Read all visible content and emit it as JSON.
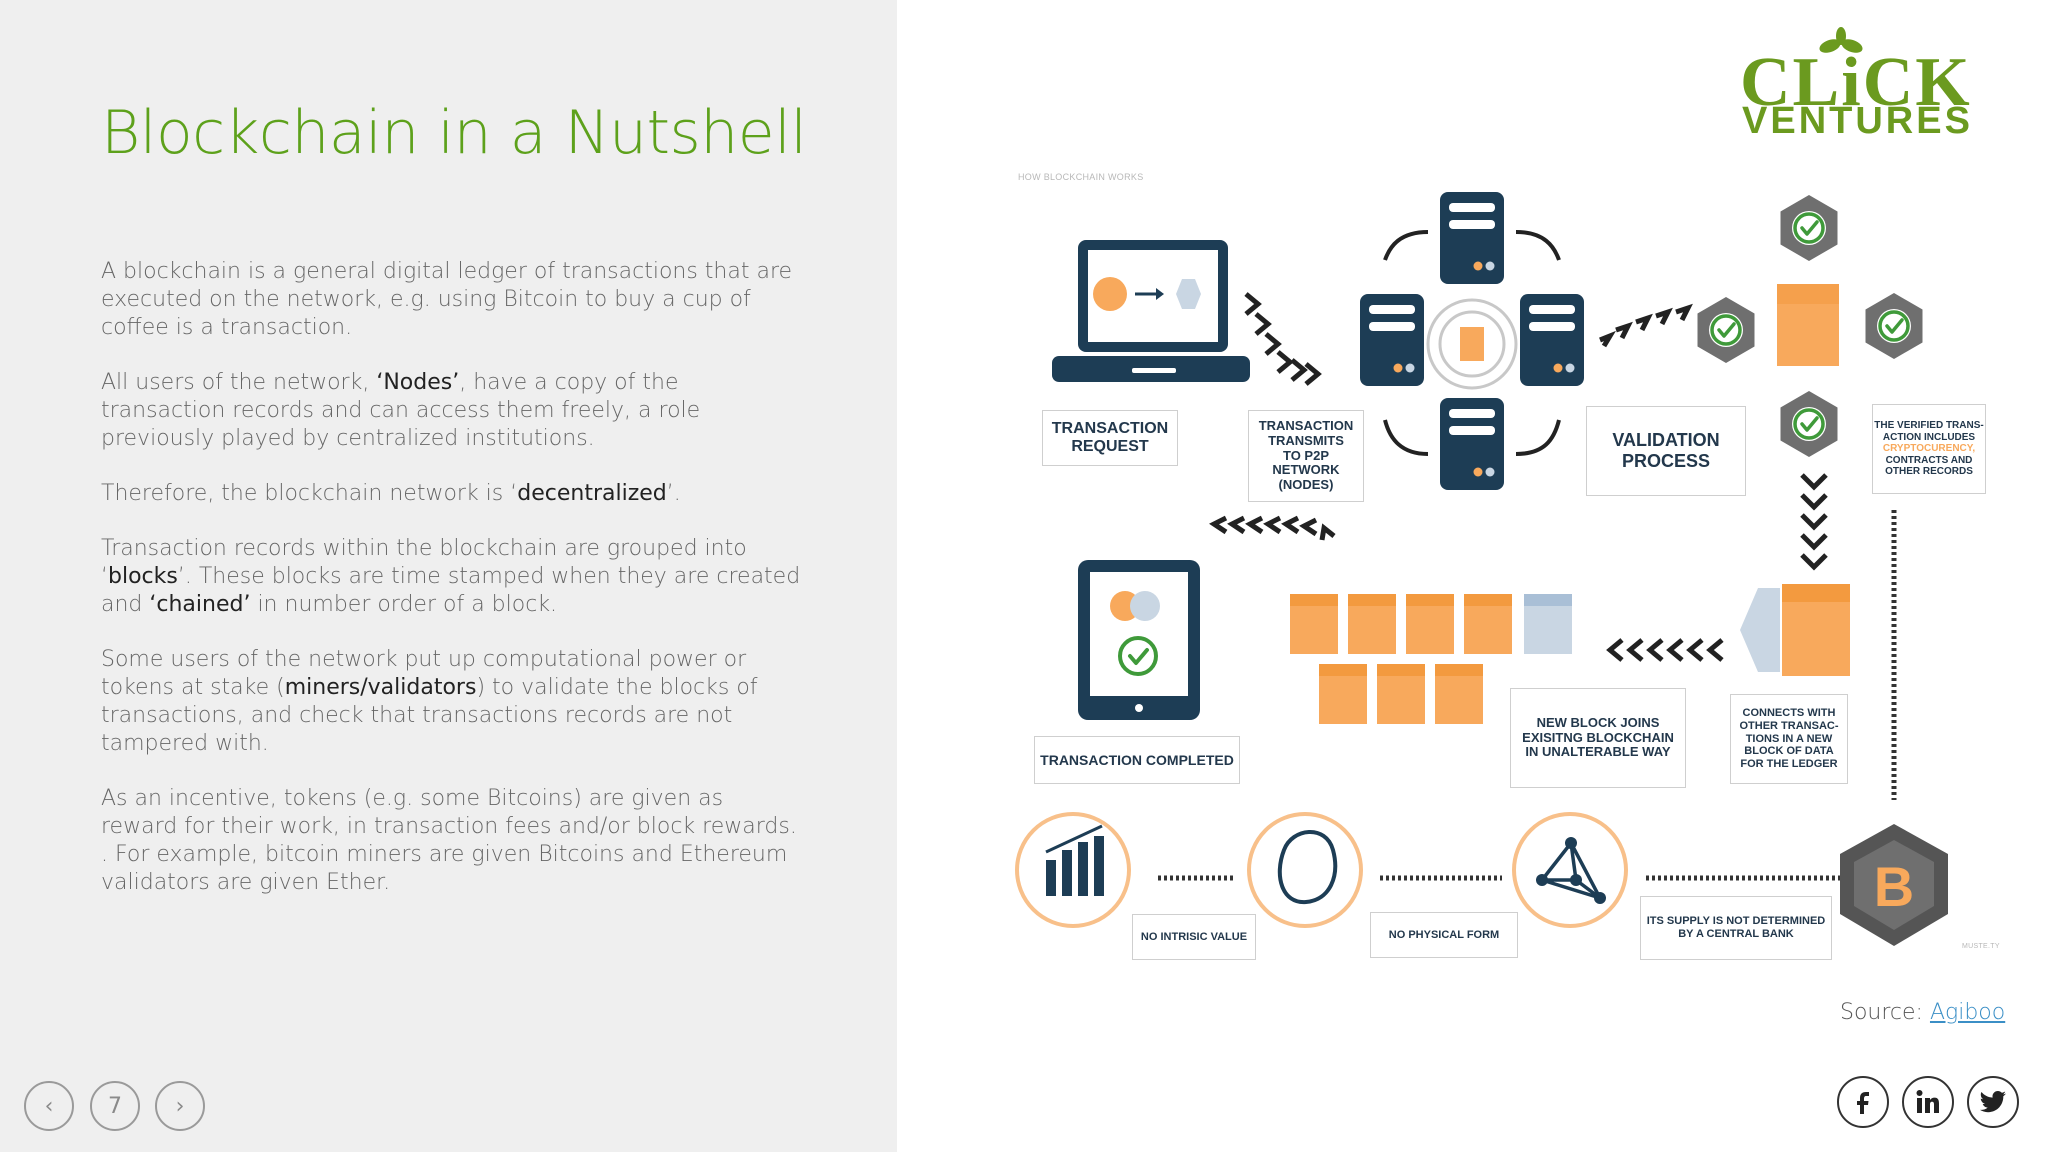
{
  "slide": {
    "title": "Blockchain in a Nutshell",
    "paragraphs": [
      {
        "parts": [
          {
            "t": "A blockchain is a general digital ledger of transactions that are executed on the network, e.g. using Bitcoin to buy a cup of coffee is a transaction."
          }
        ]
      },
      {
        "parts": [
          {
            "t": "All users of the network, "
          },
          {
            "t": "‘Nodes’",
            "b": true
          },
          {
            "t": ", have a copy of the transaction records and can access them freely, a role previously played by centralized institutions."
          }
        ]
      },
      {
        "parts": [
          {
            "t": "Therefore, the blockchain network is ‘"
          },
          {
            "t": "decentralized",
            "b": true
          },
          {
            "t": "’."
          }
        ]
      },
      {
        "parts": [
          {
            "t": "Transaction records within the blockchain are grouped into ‘"
          },
          {
            "t": "blocks",
            "b": true
          },
          {
            "t": "’. These blocks are time stamped when they are created and "
          },
          {
            "t": "‘chained’",
            "b": true
          },
          {
            "t": " in number order of a block."
          }
        ]
      },
      {
        "parts": [
          {
            "t": "Some users of the network put up computational power or tokens at stake ("
          },
          {
            "t": "miners/validators",
            "b": true
          },
          {
            "t": ") to validate the blocks of transactions, and check that transactions records are not tampered with."
          }
        ]
      },
      {
        "parts": [
          {
            "t": "As an incentive, tokens (e.g. some Bitcoins) are given as reward for their work, in transaction fees and/or block rewards. . For example, bitcoin miners are given Bitcoins and Ethereum validators are given Ether."
          }
        ]
      }
    ]
  },
  "nav": {
    "prev": "‹",
    "page": "7",
    "next": "›"
  },
  "logo": {
    "line1": "CLiCK",
    "line2": "VENTURES"
  },
  "infographic": {
    "heading": "HOW BLOCKCHAIN WORKS",
    "credit": "MUSTE.TY",
    "labels": {
      "request": "TRANSACTION\nREQUEST",
      "transmit": "TRANSACTION\nTRANSMITS\nTO P2P\nNETWORK\n(NODES)",
      "validation": "VALIDATION\nPROCESS",
      "verified_a": "THE VERIFIED TRANS-\nACTION INCLUDES\n",
      "verified_crypto": "CRYPTOCURENCY,",
      "verified_b": "\nCONTRACTS AND\nOTHER RECORDS",
      "completed": "TRANSACTION COMPLETED",
      "new_block": "NEW BLOCK JOINS\nEXISITNG BLOCKCHAIN\nIN UNALTERABLE WAY",
      "connects": "CONNECTS WITH\nOTHER TRANSAC-\nTIONS IN A NEW\nBLOCK OF DATA\nFOR THE LEDGER",
      "no_value": "NO INTRISIC VALUE",
      "no_form": "NO PHYSICAL FORM",
      "supply": "ITS SUPPLY IS NOT DETERMINED\nBY A CENTRAL BANK"
    }
  },
  "source": {
    "prefix": "Source: ",
    "link": "Agiboo"
  },
  "colors": {
    "green": "#5da11b",
    "navy": "#1d3d55",
    "orange": "#f8a95c",
    "grey_hex": "#6f6f6f",
    "check": "#3f9a3a"
  }
}
